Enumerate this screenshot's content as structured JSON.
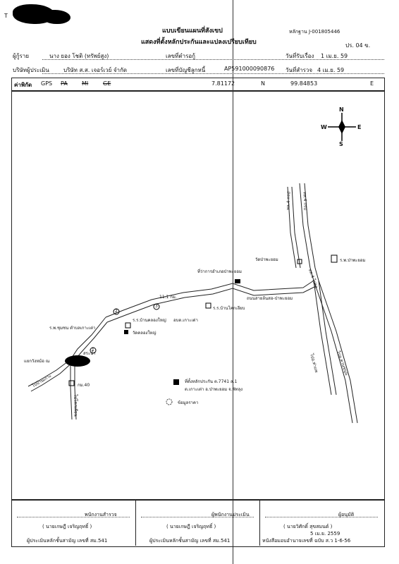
{
  "header": {
    "ref_number": "หลักฐาน J-001805446",
    "title_line1": "แบบเขียนแผนที่สังเขป",
    "title_line2": "แสดงที่ตั้งหลักประกันและแปลงเปรียบเทียบ",
    "page_label": "ปร. 04 ข."
  },
  "info_rows": [
    {
      "label1": "ผู้กู้ราย",
      "value1": "นาง ยอง โชติ (ทรัพย์สูง)",
      "label2": "เลขที่ตำรอกู้",
      "value2": "",
      "label3": "วันที่รับเรื่อง",
      "value3": "1 เม.ย. 59"
    },
    {
      "label1": "บริษัทผู้ประเมิน",
      "value1": "บริษัท ส.ส. เจอร์เวย์ จำกัด",
      "label2": "เลขที่บัญชีลูกหนี้",
      "value2": "AP591000090876",
      "label3": "วันที่สำรวจ",
      "value3": "4 เม.ย. 59"
    }
  ],
  "gps": {
    "label": "ค่าพิกัด",
    "system": "GPS",
    "opts": [
      "PA",
      "MI",
      "GE"
    ],
    "lat": "7.81172",
    "lat_dir": "N",
    "lon": "99.84853",
    "lon_dir": "E"
  },
  "compass": {
    "n": "N",
    "s": "S",
    "e": "E",
    "w": "W"
  },
  "map_labels": {
    "road_top_right_1": "ทล.4 กรป",
    "road_top_right_2": "ทล.4 กรป",
    "wat_pa_phayom": "วัดป่าพะยอม",
    "rp_pa_phayom": "ร.พ.ป่าพะยอม",
    "district_office": "ที่ว่าการอำเภอป่าพะยอม",
    "road_km": "11.1 กม.",
    "road_ban_pa_phayom": "ทล.4 ไปรอ",
    "school_ban_kho": "ร.ร.บ้านโคกเลียบ",
    "road_lamsin": "ถนนสายล้นสอ-ป่าพะยอม",
    "school_ban_khlong_yai": "ร.ร.บ้านคลองใหญ่",
    "ko_po_yai": "อบต.เกาะเต่า",
    "rph_sub": "ร.พ.ชุมชน ตำบลเกาะเต่า",
    "wat_khlong_yai": "วัดคลองใหญ่",
    "market": "แยกวังหม้อ ณ",
    "to_pa_phayom": "ไปบ้านเกาะ",
    "temple_pond": "สระน้ำ",
    "km40": "กม.40",
    "to_khok_klang": "ไปโคกเคียน",
    "to_tha_mae": "ไปอ.ควนขนุน",
    "to_hat_yai": "ไปอ.ท่าแพ",
    "to_road_left": "ไปพัทลุง",
    "collateral_label": "ที่ตั้งหลักประกัน ต.7741 ล.1",
    "collateral_sub": "ต.เกาะเต่า อ.ป่าพะยอม จ.พัทลุง",
    "market_sale": "ข้อมูลราคา",
    "circle1": "1",
    "circle2": "2",
    "circle3": "3"
  },
  "signatures": [
    {
      "role": "พนักงานสำรวจ",
      "name": "( นายเกษฎี เจริญฤทธิ์ )",
      "footer": "ผู้ประเมินหลักชั้นสามัญ เลขที่ สม.541"
    },
    {
      "role": "ผู้พนักงานประเมิน",
      "name": "( นายเกษฎี เจริญฤทธิ์ )",
      "footer": "ผู้ประเมินหลักชั้นสามัญ เลขที่ สม.541"
    },
    {
      "role": "ผู้อนุมัติ",
      "name": "( นายวิศักดิ์ สุขสมนต์ )",
      "footer": "หนังสือมอบอำนาจเลขที่ ฉบับ ส.ว 1-6-56"
    }
  ],
  "date_stamp": "5 เม.ย. 2559"
}
